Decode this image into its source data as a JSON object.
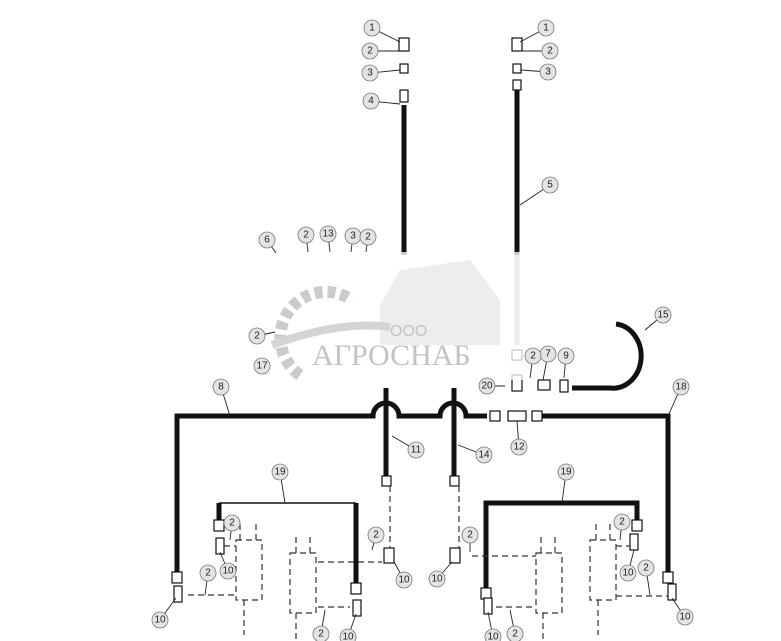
{
  "watermark": {
    "company_prefix": "ООО",
    "company_name": "АГРОСНАБ"
  },
  "callouts": [
    "1",
    "2",
    "3",
    "4",
    "1",
    "2",
    "3",
    "5",
    "6",
    "2",
    "13",
    "3",
    "2",
    "2",
    "17",
    "15",
    "7",
    "2",
    "9",
    "20",
    "8",
    "18",
    "11",
    "12",
    "14",
    "19",
    "19",
    "2",
    "10",
    "2",
    "10",
    "2",
    "10",
    "2",
    "10",
    "2",
    "10",
    "2",
    "10",
    "2",
    "10",
    "10",
    "2"
  ]
}
